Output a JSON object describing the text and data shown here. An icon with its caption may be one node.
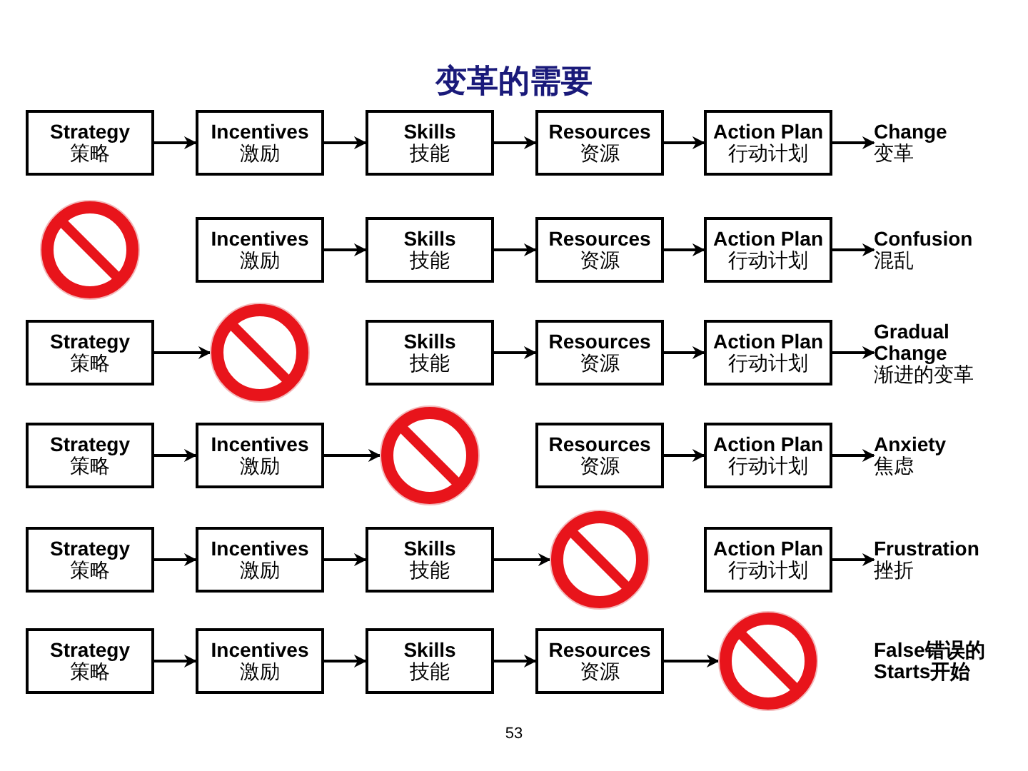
{
  "diagram": {
    "title": "变革的需要",
    "nodes": [
      {
        "text": [
          "Strategy",
          "策略"
        ]
      },
      {
        "text": [
          "Incentives",
          "激励"
        ]
      },
      {
        "text": [
          "Skills",
          "技能"
        ]
      },
      {
        "text": [
          "Resources",
          "资源"
        ]
      },
      {
        "text": [
          "Action Plan",
          "行动计划"
        ]
      },
      {
        "text": [
          "Change",
          "变革"
        ]
      },
      {
        "text": [],
        "shape": "circle"
      },
      {
        "text": [
          "Incentives",
          "激励"
        ]
      },
      {
        "text": [
          "Skills",
          "技能"
        ]
      },
      {
        "text": [
          "Resources",
          "资源"
        ]
      },
      {
        "text": [
          "Action Plan",
          "行动计划"
        ]
      },
      {
        "text": [
          "Confusion",
          "混乱"
        ]
      },
      {
        "text": [
          "Strategy",
          "策略"
        ]
      },
      {
        "text": [],
        "shape": "circle"
      },
      {
        "text": [
          "Skills",
          "技能"
        ]
      },
      {
        "text": [
          "Resources",
          "资源"
        ]
      },
      {
        "text": [
          "Action Plan",
          "行动计划"
        ]
      },
      {
        "text": [
          "Gradual Change",
          "渐进的变革"
        ]
      },
      {
        "text": [
          "Strategy",
          "策略"
        ]
      },
      {
        "text": [
          "Incentives",
          "激励"
        ]
      },
      {
        "text": [],
        "shape": "circle"
      },
      {
        "text": [
          "Resources",
          "资源"
        ]
      },
      {
        "text": [
          "Action Plan",
          "行动计划"
        ]
      },
      {
        "text": [
          "Anxiety",
          "焦虑"
        ]
      },
      {
        "text": [
          "Strategy",
          "策略"
        ]
      },
      {
        "text": [
          "Incentives",
          "激励"
        ]
      },
      {
        "text": [
          "Skills",
          "技能"
        ]
      },
      {
        "text": [],
        "shape": "circle"
      },
      {
        "text": [
          "Action Plan",
          "行动计划"
        ]
      },
      {
        "text": [
          "Frustration",
          "挫折"
        ]
      },
      {
        "text": [
          "Strategy",
          "策略"
        ]
      },
      {
        "text": [
          "Incentives",
          "激励"
        ]
      },
      {
        "text": [
          "Skills",
          "技能"
        ]
      },
      {
        "text": [
          "Resources",
          "资源"
        ]
      },
      {
        "text": [],
        "shape": "circle"
      },
      {
        "text": [
          "False错误的 Starts开始"
        ]
      }
    ],
    "edges": [
      {
        "from": 0,
        "to": 1,
        "arrow": "to"
      },
      {
        "from": 1,
        "to": 2,
        "arrow": "to"
      },
      {
        "from": 2,
        "to": 3,
        "arrow": "to"
      },
      {
        "from": 3,
        "to": 4,
        "arrow": "to"
      },
      {
        "from": 4,
        "to": 5,
        "arrow": "to"
      },
      {
        "from": 7,
        "to": 8,
        "arrow": "to"
      },
      {
        "from": 8,
        "to": 9,
        "arrow": "to"
      },
      {
        "from": 9,
        "to": 10,
        "arrow": "to"
      },
      {
        "from": 10,
        "to": 11,
        "arrow": "to"
      },
      {
        "from": 12,
        "to": 13,
        "arrow": "to"
      },
      {
        "from": 14,
        "to": 15,
        "arrow": "to"
      },
      {
        "from": 15,
        "to": 16,
        "arrow": "to"
      },
      {
        "from": 16,
        "to": 17,
        "arrow": "to"
      },
      {
        "from": 18,
        "to": 19,
        "arrow": "to"
      },
      {
        "from": 19,
        "to": 20,
        "arrow": "to"
      },
      {
        "from": 21,
        "to": 22,
        "arrow": "to"
      },
      {
        "from": 22,
        "to": 23,
        "arrow": "to"
      },
      {
        "from": 24,
        "to": 25,
        "arrow": "to"
      },
      {
        "from": 25,
        "to": 26,
        "arrow": "to"
      },
      {
        "from": 26,
        "to": 27,
        "arrow": "to"
      },
      {
        "from": 28,
        "to": 29,
        "arrow": "to"
      },
      {
        "from": 30,
        "to": 31,
        "arrow": "to"
      },
      {
        "from": 31,
        "to": 32,
        "arrow": "to"
      },
      {
        "from": 32,
        "to": 33,
        "arrow": "to"
      },
      {
        "from": 33,
        "to": 34,
        "arrow": "to"
      }
    ],
    "labels": [
      "53"
    ]
  }
}
